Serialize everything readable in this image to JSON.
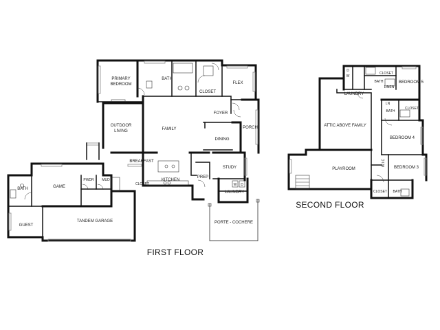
{
  "floors": {
    "first": {
      "title": "FIRST FLOOR",
      "rooms": {
        "primary_bedroom_1": "PRIMARY",
        "primary_bedroom_2": "BEDROOM",
        "bath": "BATH",
        "closet": "CLOSET",
        "flex": "FLEX",
        "foyer": "FOYER",
        "outdoor_living_1": "OUTDOOR",
        "outdoor_living_2": "LIVING",
        "family": "FAMILY",
        "porch": "PORCH",
        "dining": "DINING",
        "breakfast": "BREAKFAST",
        "study": "STUDY",
        "bath_guest": "BATH",
        "game": "GAME",
        "pwdr": "PWDR",
        "mud": "MUD",
        "closet_kitchen": "CLOSET",
        "kitchen": "KITCHEN",
        "prep": "PREP",
        "w": "W",
        "d": "D",
        "laundry": "LAUNDRY",
        "guest": "GUEST",
        "tandem_garage": "TANDEM GARAGE",
        "porte_cochere": "PORTE - COCHERE"
      }
    },
    "second": {
      "title": "SECOND FLOOR",
      "rooms": {
        "d": "D",
        "w": "W",
        "closet_top": "CLOSET",
        "bath_top": "BATH",
        "linen": "LINEN",
        "bedroom5": "BEDROOM 5",
        "laundry": "LAUNDRY",
        "ln": "LN",
        "bath_mid": "BATH",
        "closet_mid": "CLOSET",
        "attic": "ATTIC ABOVE FAMILY",
        "bedroom4": "BEDROOM 4",
        "playroom": "PLAYROOM",
        "wic": "W.I.C",
        "bedroom3": "BEDROOM 3",
        "closet_bottom": "CLOSET",
        "bath_bottom": "BATH"
      }
    }
  }
}
